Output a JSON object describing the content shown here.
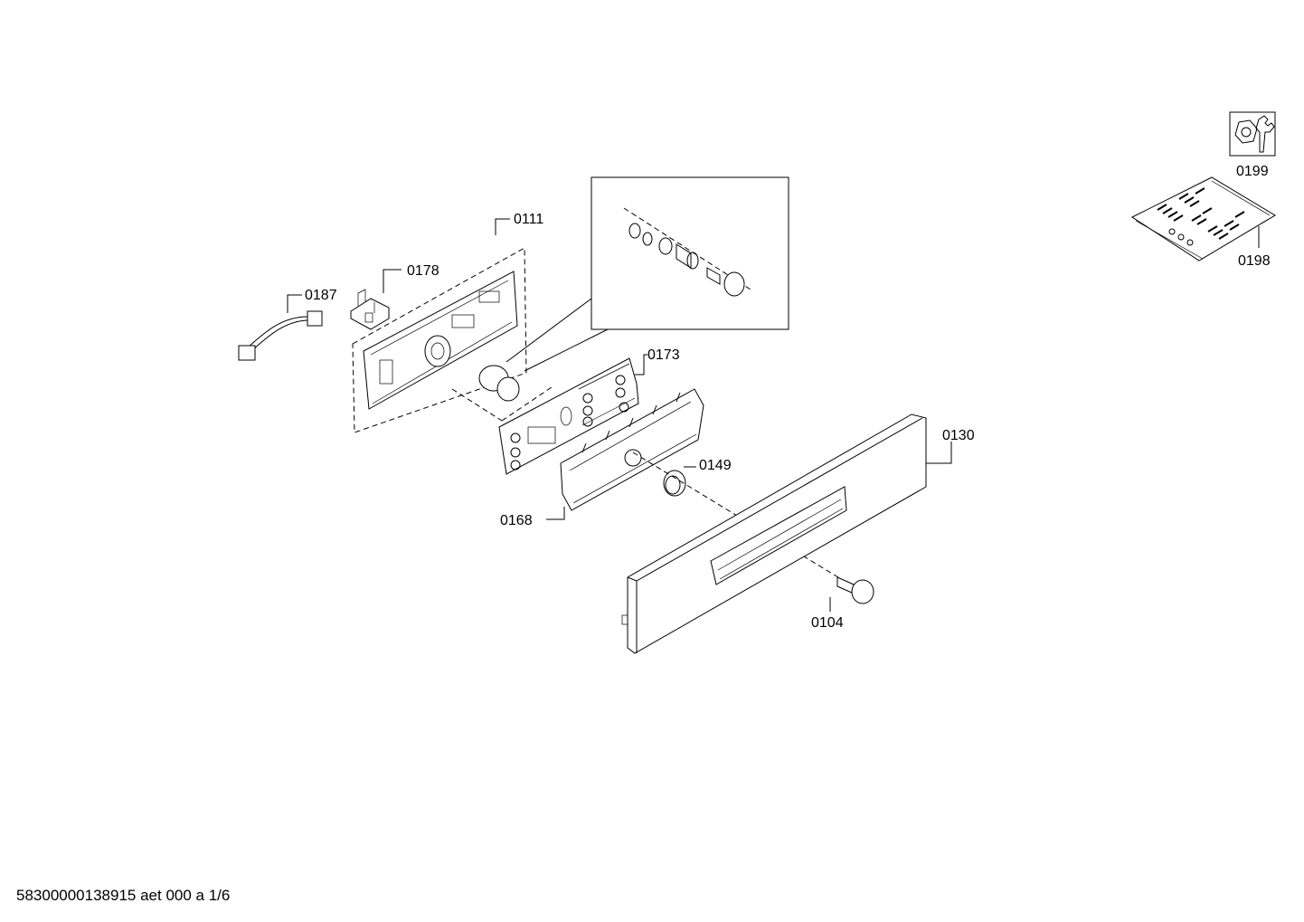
{
  "colors": {
    "background": "#ffffff",
    "line": "#000000"
  },
  "parts": {
    "p0199": "0199",
    "p0198": "0198",
    "p0111": "0111",
    "p0178": "0178",
    "p0187": "0187",
    "p0173": "0173",
    "p0130": "0130",
    "p0149": "0149",
    "p0168": "0168",
    "p0104": "0104"
  },
  "icons": {
    "tools": "wrench-and-hex-nut-icon",
    "screw_bag": "screw-bag-icon"
  },
  "footer": {
    "document_ref": "58300000138915 aet 000 a 1/6"
  }
}
